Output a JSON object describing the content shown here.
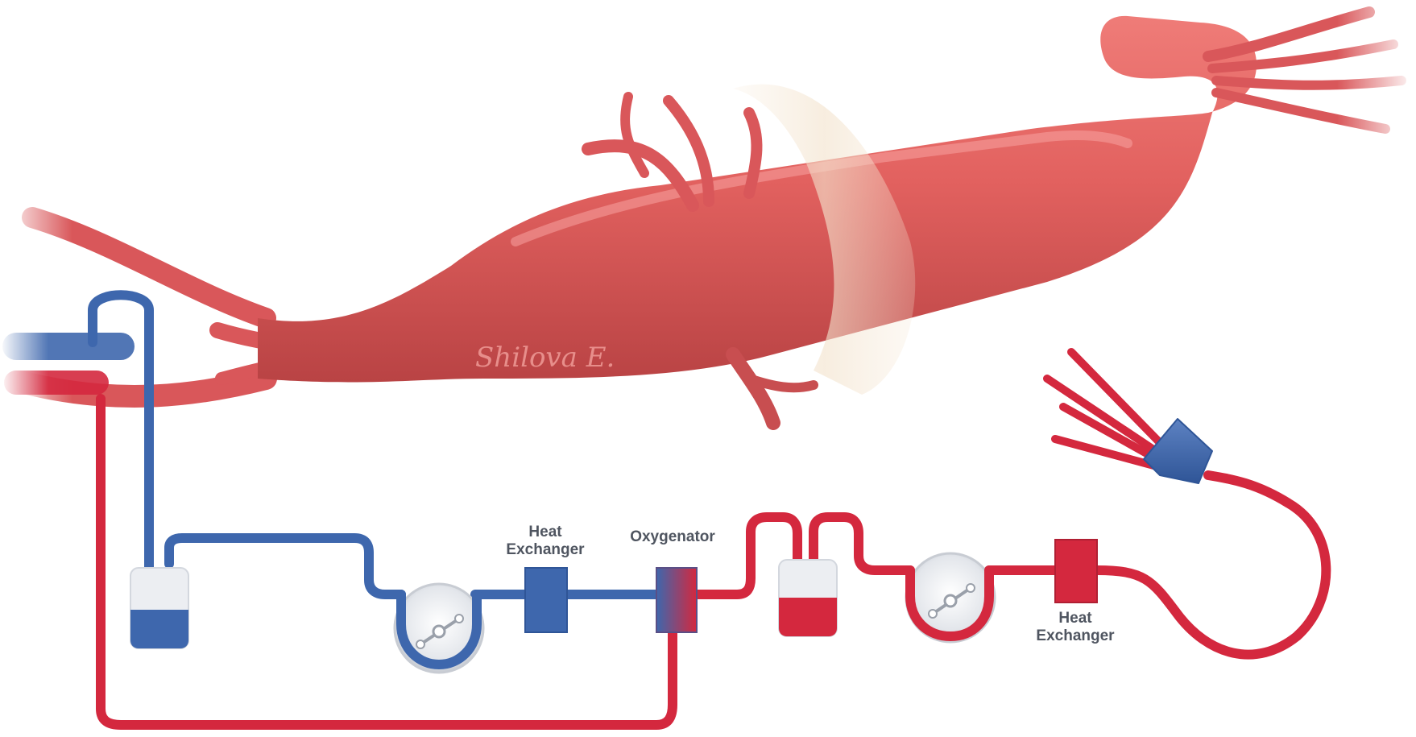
{
  "labels": {
    "heat_exchanger_1": [
      "Heat",
      "Exchanger"
    ],
    "oxygenator": "Oxygenator",
    "heat_exchanger_2": [
      "Heat",
      "Exchanger"
    ],
    "signature": "Shilova E."
  },
  "colors": {
    "label_text": "#4f5560",
    "aorta": "#e2615f",
    "aorta_dark": "#b94344",
    "venous_line": "#3e67ad",
    "arterial_line": "#d4283e",
    "reservoir_body": "#eceef2",
    "pump_housing": "#d6d9df",
    "clamp_band": "#f3e3cd"
  }
}
